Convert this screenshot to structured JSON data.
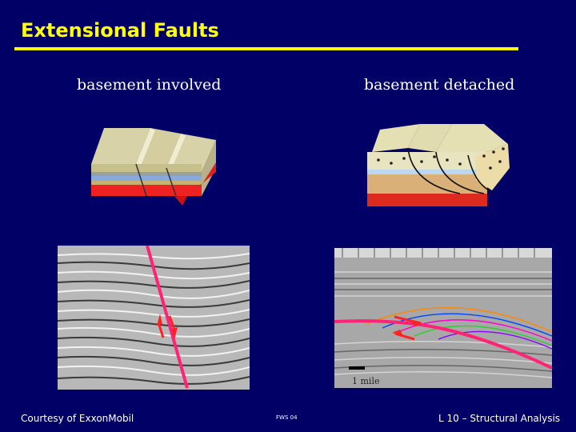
{
  "slide": {
    "title": "Extensional Faults",
    "left_label": "basement involved",
    "right_label": "basement detached",
    "scale_label": "1 mile",
    "footer_left": "Courtesy of ExxonMobil",
    "footer_center": "FWS 04",
    "footer_right": "L 10 – Structural Analysis"
  },
  "colors": {
    "background": "#000066",
    "title": "#ffff00",
    "text": "#ffffff",
    "fault": "#ff2277",
    "arrow": "#ff2222"
  }
}
